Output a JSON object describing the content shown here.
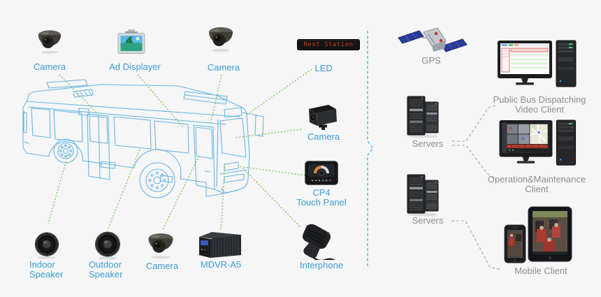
{
  "colors": {
    "background": "#f6f6f6",
    "device_label_blue": "#3d9dd8",
    "platform_label_gray": "#8d8d8d",
    "bus_outline_blue": "#66b5e6",
    "device_line_green": "#7cc653",
    "divider_dashed_blue": "#67c4f0",
    "client_line_gray": "#a8a8a8",
    "led_screen_text_red": "#cc3a1c"
  },
  "bus_devices": {
    "camera_top_left": {
      "label": "Camera"
    },
    "ad_displayer": {
      "label": "Ad Displayer"
    },
    "camera_top_mid": {
      "label": "Camera"
    },
    "led": {
      "label": "LED",
      "screen_text": "Next Station"
    },
    "camera_front": {
      "label": "Camera"
    },
    "cp4_touch_panel": {
      "label_line1": "CP4",
      "label_line2": "Touch Panel"
    },
    "interphone": {
      "label": "Interphone"
    },
    "mdvr": {
      "label": "MDVR-A5"
    },
    "camera_bottom": {
      "label": "Camera"
    },
    "outdoor_speaker": {
      "label_line1": "Outdoor",
      "label_line2": "Speaker"
    },
    "indoor_speaker": {
      "label_line1": "Indoor",
      "label_line2": "Speaker"
    }
  },
  "platform": {
    "gps": {
      "label": "GPS"
    },
    "servers_top": {
      "label": "Servers"
    },
    "servers_bottom": {
      "label": "Servers"
    }
  },
  "clients": {
    "dispatch_video_client": {
      "label_line1": "Public Bus Dispatching",
      "label_line2": "Video Client"
    },
    "operation_maintenance_client": {
      "label_line1": "Operation&Maintenance",
      "label_line2": "Client"
    },
    "mobile_client": {
      "label": "Mobile Client"
    }
  }
}
